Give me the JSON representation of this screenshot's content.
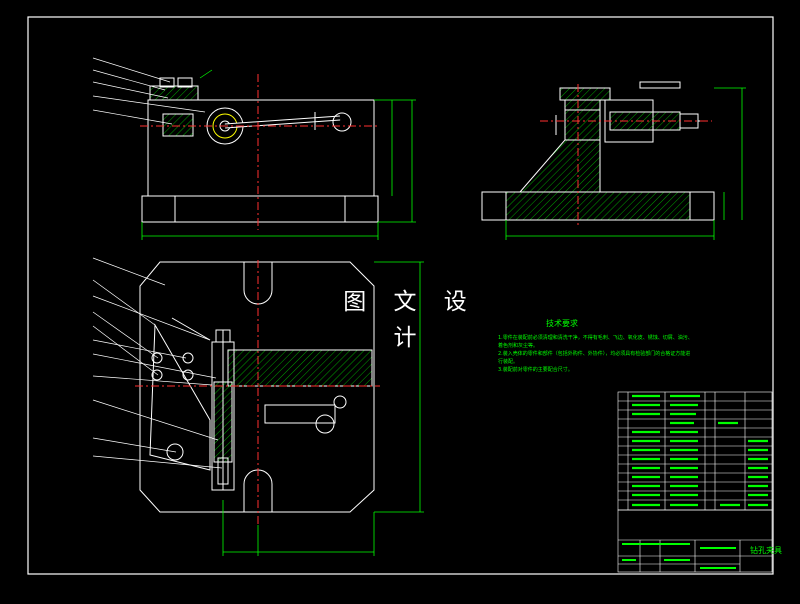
{
  "watermark": "图 文 设 计",
  "technical_requirements": {
    "title": "技术要求",
    "lines": [
      "1.零件在装配前必须清理和清洗干净，不得有毛刺、飞边、氧化皮、锈蚀、切屑、油污、",
      "着色剂和灰尘等。",
      "2.装入壳体的零件和部件（包括外购件、外协件），均必须具有检验部门的合格证方能进",
      "行装配。",
      "3.装配前对零件的主要配合尺寸。"
    ]
  },
  "title_block": {
    "drawing_name": "钻孔夹具"
  },
  "colors": {
    "background": "#000000",
    "outline": "#ffffff",
    "part": "#00ffff",
    "dimension": "#00ff00",
    "section_hatch": "#00ff00",
    "center_line": "#ff3030",
    "leader": "#ffffff"
  }
}
